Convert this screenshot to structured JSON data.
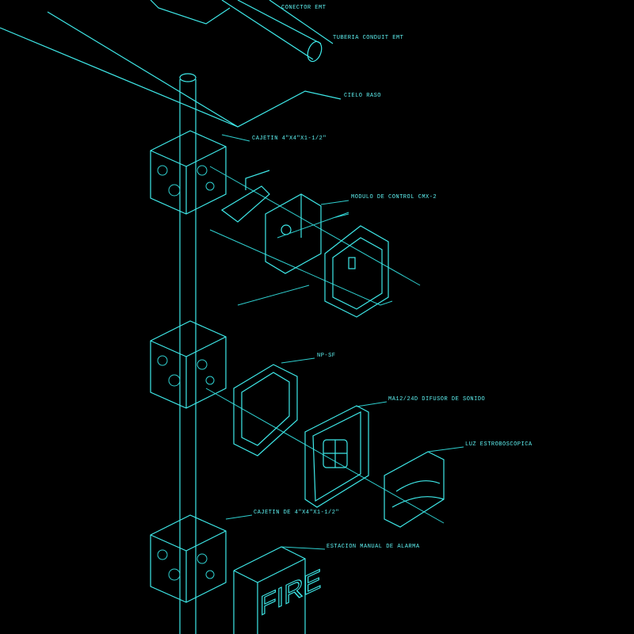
{
  "drawing": {
    "line_color": "#3ee8e8",
    "background": "#000000",
    "labels": {
      "conector": "CONECTOR EMT",
      "tuberia": "TUBERIA CONDUIT EMT",
      "cielo": "CIELO RASO",
      "cajetin_top": "CAJETIN 4\"X4\"X1-1/2\"",
      "modulo": "MODULO DE CONTROL CMX-2",
      "np": "NP-SF",
      "difusor": "MA12/24D DIFUSOR DE SONIDO",
      "luz": "LUZ ESTROBOSCOPICA",
      "cajetin_bottom": "CAJETIN DE 4\"X4\"X1-1/2\"",
      "estacion": "ESTACION MANUAL DE ALARMA"
    },
    "station_text": "FIRE"
  }
}
